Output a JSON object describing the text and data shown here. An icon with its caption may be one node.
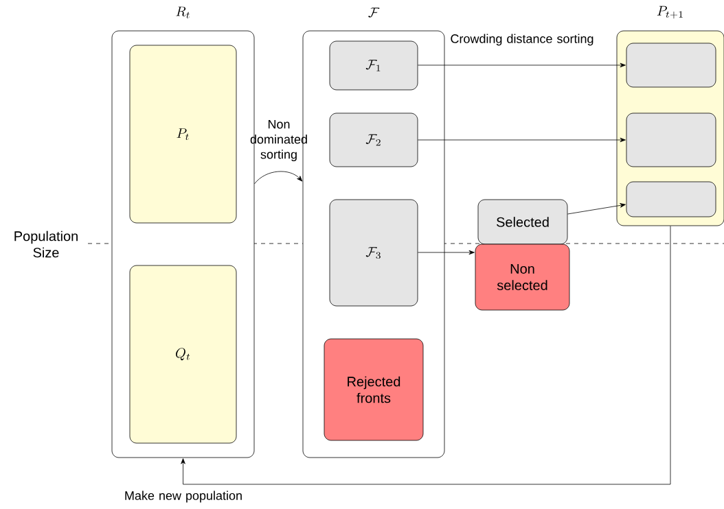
{
  "diagram": {
    "nodes": [
      {
        "text": [
          "R_t"
        ]
      },
      {
        "text": [
          "P_t"
        ],
        "in": 0
      },
      {
        "text": [
          "Q_t"
        ],
        "in": 0
      },
      {
        "text": [
          "\\mathcal{F}"
        ]
      },
      {
        "text": [
          "\\mathcal{F}_1"
        ],
        "in": 3
      },
      {
        "text": [
          "\\mathcal{F}_2"
        ],
        "in": 3
      },
      {
        "text": [
          "\\mathcal{F}_3"
        ],
        "in": 3
      },
      {
        "text": [
          "Rejected fronts"
        ],
        "in": 3
      },
      {
        "text": [
          "P_{t+1}"
        ]
      },
      {
        "text": [],
        "shape": "box",
        "in": 8
      },
      {
        "text": [],
        "shape": "box",
        "in": 8
      },
      {
        "text": [],
        "shape": "box",
        "in": 8
      },
      {
        "text": [
          "Selected"
        ]
      },
      {
        "text": [
          "Non selected"
        ]
      }
    ],
    "edges": [
      {
        "from": 0,
        "to": 3,
        "arrow": "to",
        "label": "Non dominated sorting"
      },
      {
        "from": 4,
        "to": 9,
        "arrow": "to",
        "label": "Crowding distance sorting"
      },
      {
        "from": 5,
        "to": 10,
        "arrow": "to"
      },
      {
        "from": 6,
        "to": 13,
        "arrow": "to"
      },
      {
        "from": 12,
        "to": 11,
        "arrow": "to"
      },
      {
        "from": 8,
        "to": 0,
        "arrow": "to",
        "label": "Make new population"
      }
    ],
    "labels": [
      "Population Size"
    ]
  }
}
